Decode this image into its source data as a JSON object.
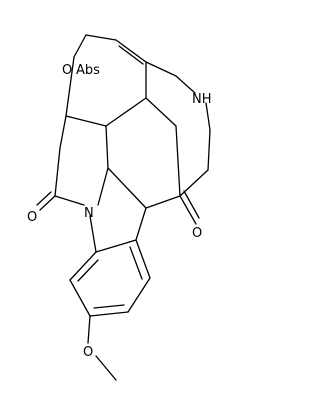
{
  "diagram": {
    "type": "chemical-structure",
    "atom_labels": {
      "o_ether": "O",
      "abs": "Abs",
      "nh": "NH",
      "o_carbonyl_right": "O",
      "o_carbonyl_left": "O",
      "n_amide": "N",
      "o_methoxy": "O"
    },
    "colors": {
      "bond": "#000000",
      "background": "#ffffff"
    }
  }
}
